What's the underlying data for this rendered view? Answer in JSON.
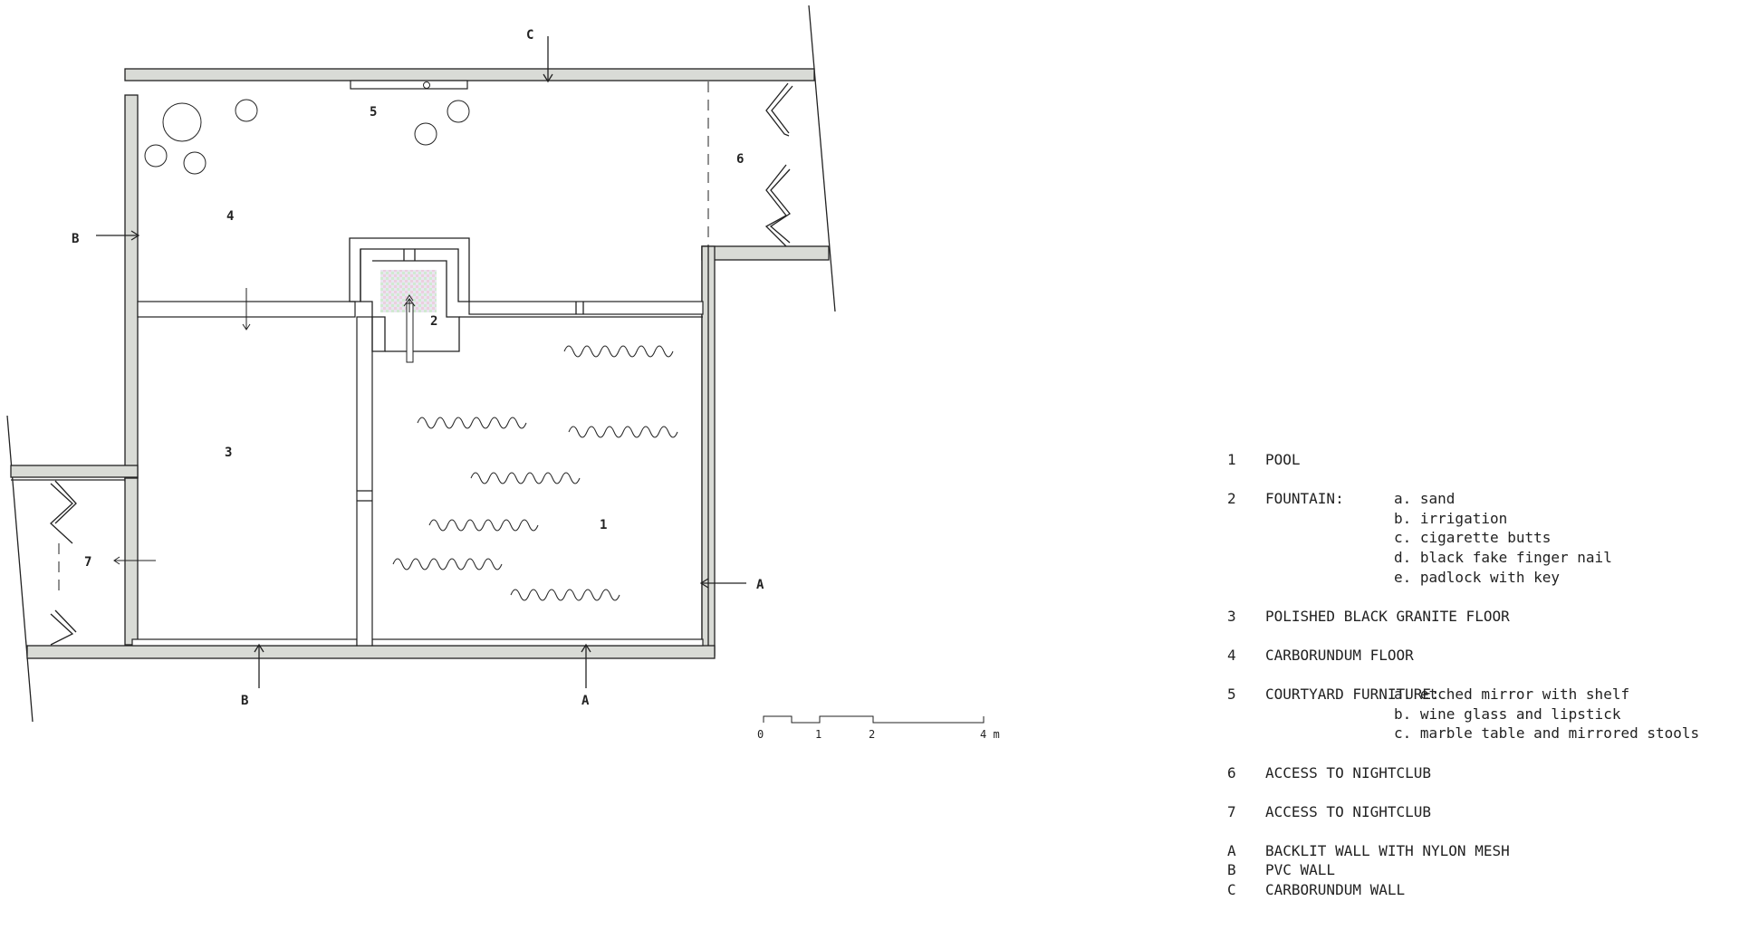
{
  "rooms": {
    "r1": "1",
    "r2": "2",
    "r3": "3",
    "r4": "4",
    "r5": "5",
    "r6": "6",
    "r7": "7"
  },
  "sections": {
    "a_right": "A",
    "a_bottom": "A",
    "b_left": "B",
    "b_bottom": "B",
    "c_top": "C"
  },
  "scale": {
    "t0": "0",
    "t1": "1",
    "t2": "2",
    "t4": "4 m"
  },
  "legend": {
    "items": [
      {
        "key": "1",
        "label": "POOL",
        "subs": []
      },
      {
        "key": "2",
        "label": "FOUNTAIN:",
        "subs": [
          "a. sand",
          "b. irrigation",
          "c. cigarette butts",
          "d. black fake finger nail",
          "e. padlock with key"
        ]
      },
      {
        "key": "3",
        "label": "POLISHED BLACK GRANITE FLOOR",
        "subs": []
      },
      {
        "key": "4",
        "label": "CARBORUNDUM FLOOR",
        "subs": []
      },
      {
        "key": "5",
        "label": "COURTYARD FURNITURE:",
        "subs": [
          "a. etched mirror with shelf",
          "b. wine glass and lipstick",
          "c. marble table and mirrored stools"
        ]
      },
      {
        "key": "6",
        "label": "ACCESS TO NIGHTCLUB",
        "subs": []
      },
      {
        "key": "7",
        "label": "ACCESS TO NIGHTCLUB",
        "subs": []
      }
    ],
    "walls": [
      {
        "key": "A",
        "label": "BACKLIT WALL WITH NYLON MESH"
      },
      {
        "key": "B",
        "label": "PVC WALL"
      },
      {
        "key": "C",
        "label": "CARBORUNDUM WALL"
      }
    ]
  },
  "colors": {
    "wall_fill": "#d9dbd6",
    "line": "#222222"
  }
}
